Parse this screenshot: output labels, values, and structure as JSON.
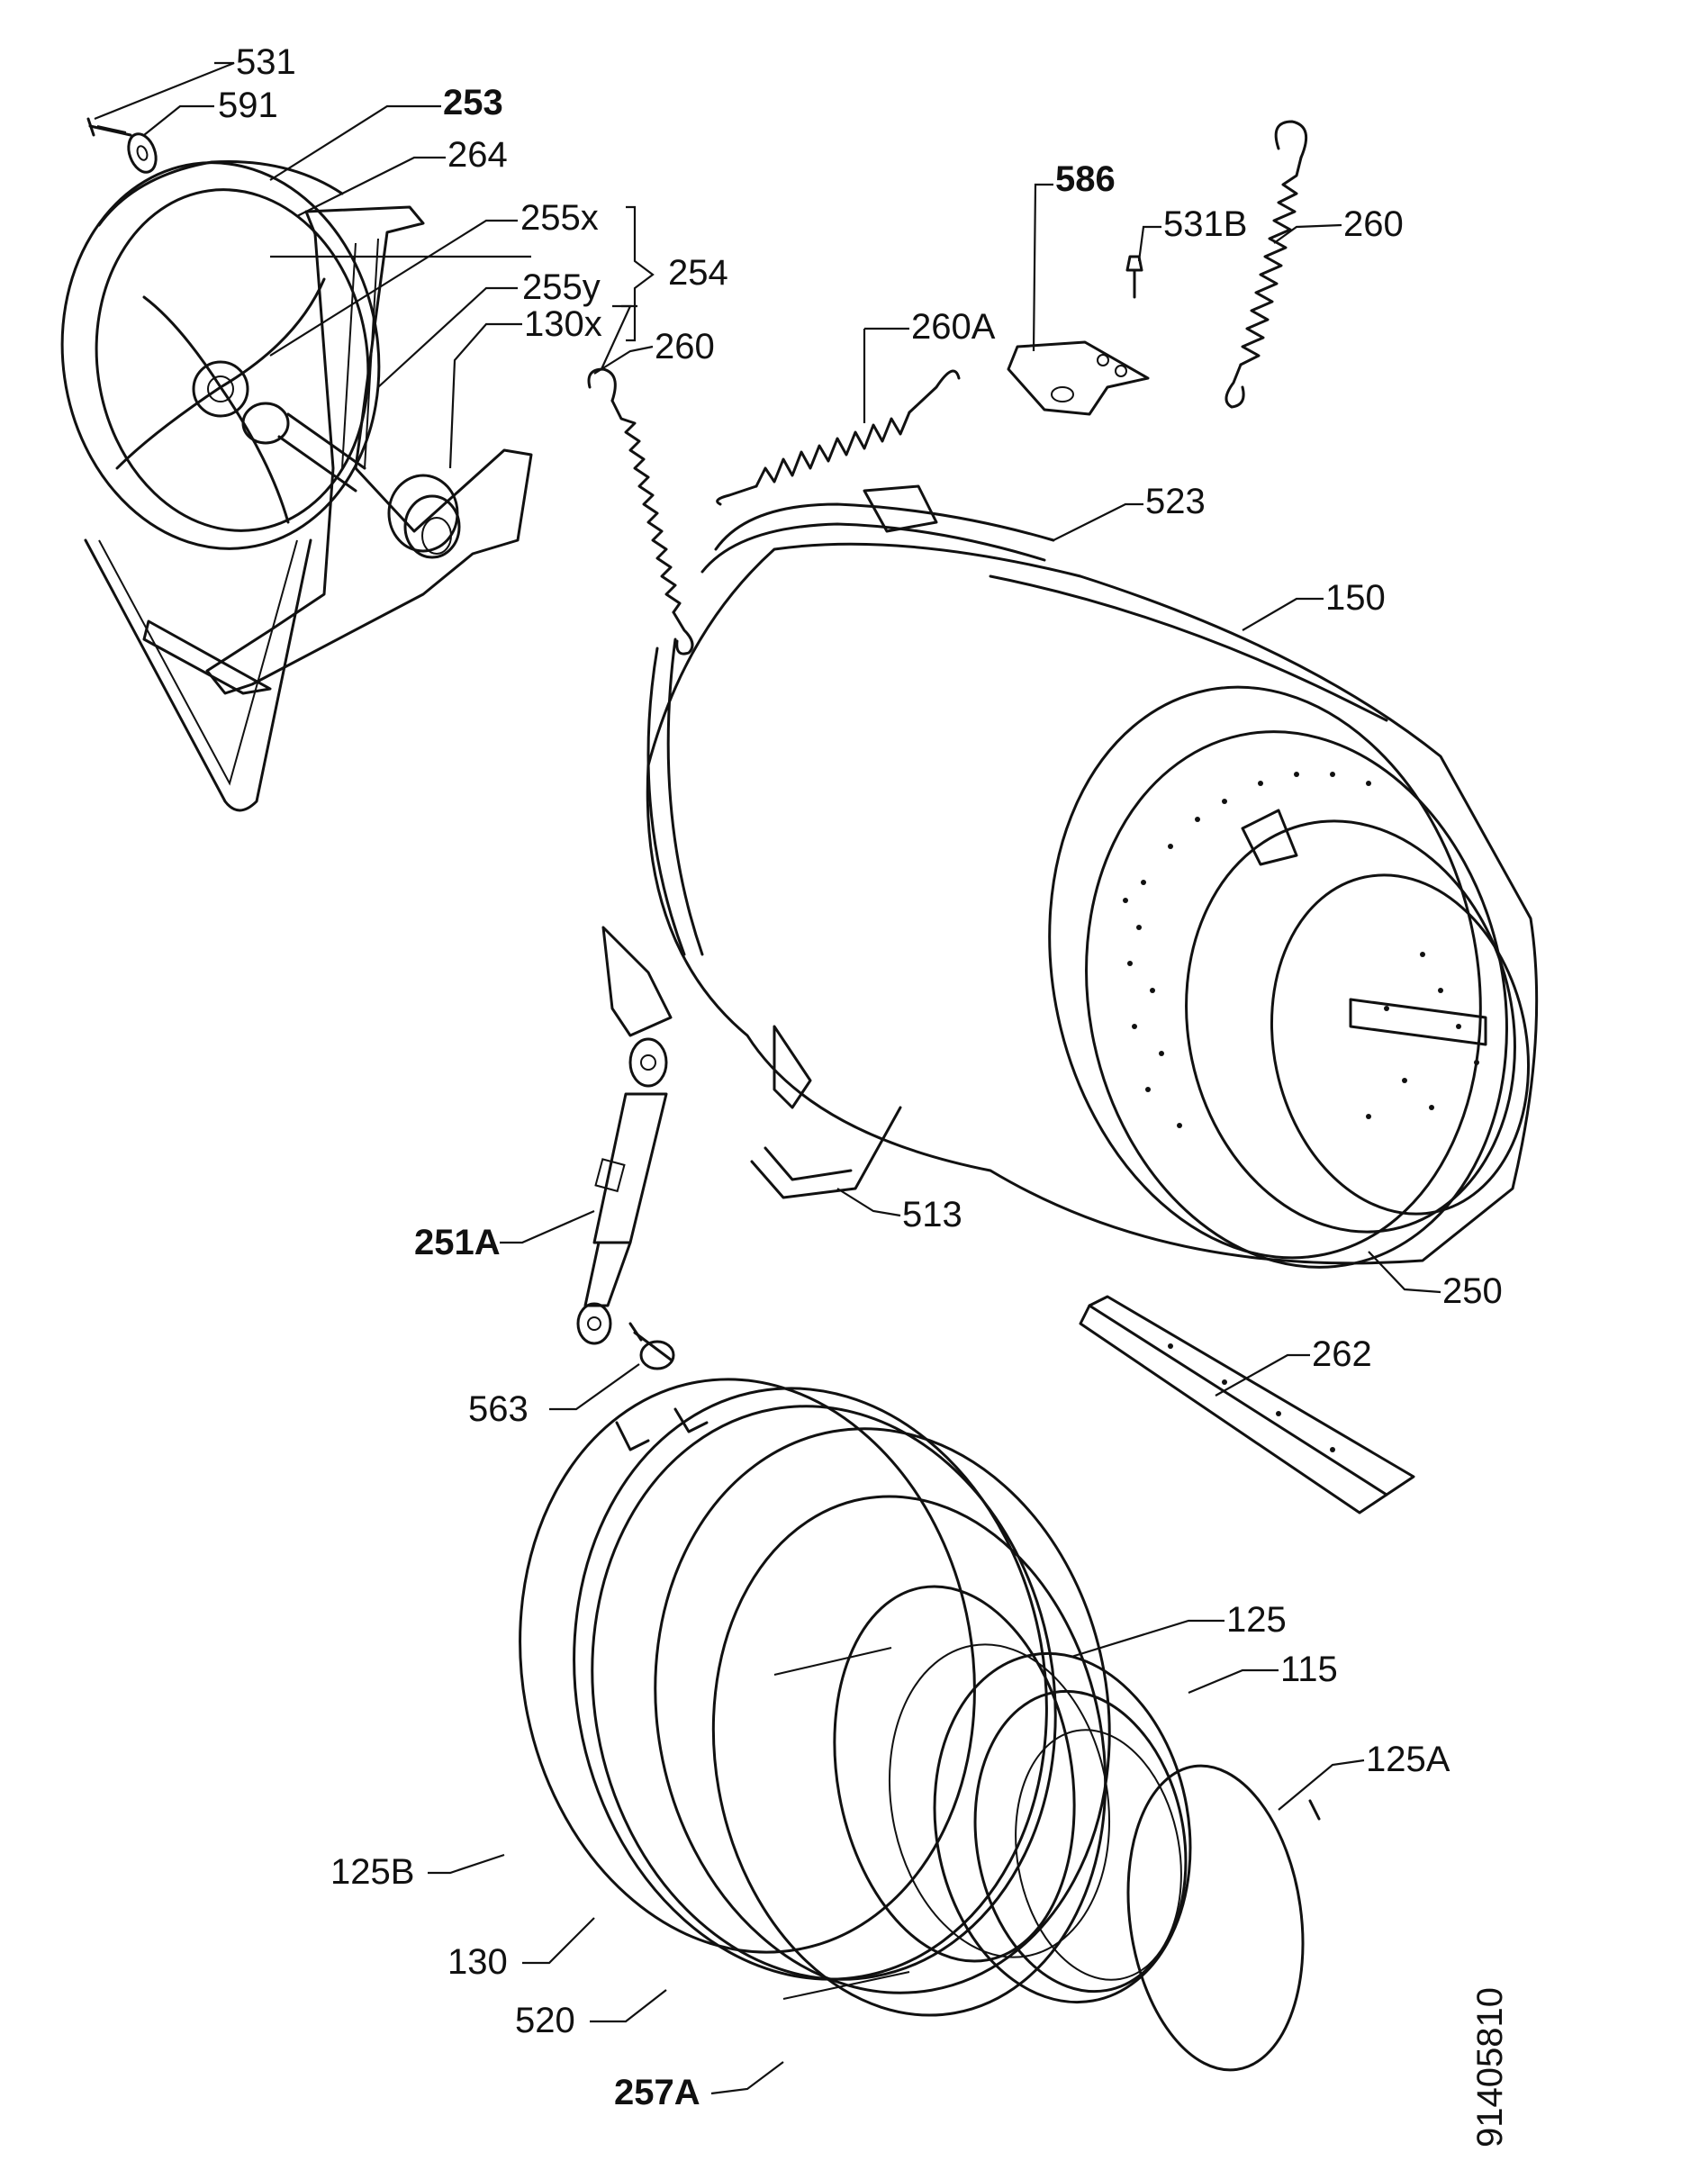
{
  "callouts": [
    {
      "id": "531",
      "text": "531"
    },
    {
      "id": "591",
      "text": "591"
    },
    {
      "id": "253",
      "text": "253"
    },
    {
      "id": "264",
      "text": "264"
    },
    {
      "id": "255x",
      "text": "255x"
    },
    {
      "id": "254",
      "text": "254"
    },
    {
      "id": "255y",
      "text": "255y"
    },
    {
      "id": "130x",
      "text": "130x"
    },
    {
      "id": "260_left",
      "text": "260"
    },
    {
      "id": "260A",
      "text": "260A"
    },
    {
      "id": "586",
      "text": "586"
    },
    {
      "id": "531B",
      "text": "531B"
    },
    {
      "id": "260_right",
      "text": "260"
    },
    {
      "id": "523",
      "text": "523"
    },
    {
      "id": "150",
      "text": "150"
    },
    {
      "id": "251A",
      "text": "251A"
    },
    {
      "id": "513",
      "text": "513"
    },
    {
      "id": "250",
      "text": "250"
    },
    {
      "id": "262",
      "text": "262"
    },
    {
      "id": "563",
      "text": "563"
    },
    {
      "id": "125",
      "text": "125"
    },
    {
      "id": "115",
      "text": "115"
    },
    {
      "id": "125A",
      "text": "125A"
    },
    {
      "id": "125B",
      "text": "125B"
    },
    {
      "id": "130",
      "text": "130"
    },
    {
      "id": "520",
      "text": "520"
    },
    {
      "id": "257A",
      "text": "257A"
    }
  ],
  "drawing_number": "91405810"
}
